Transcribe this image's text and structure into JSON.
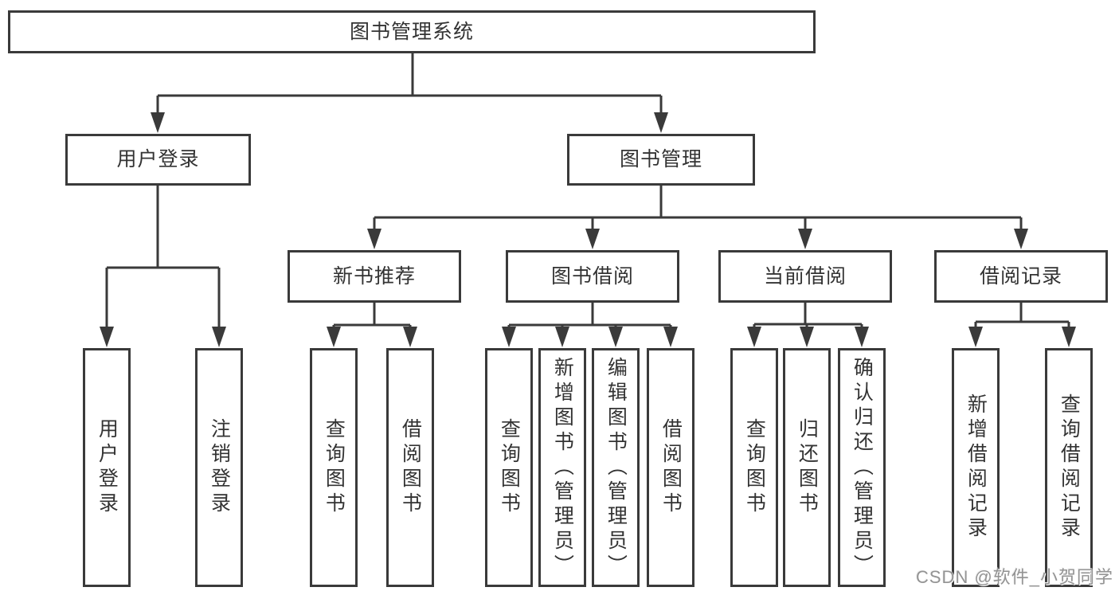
{
  "diagram": {
    "title": "图书管理系统",
    "line_color": "#3a3a3a",
    "box_border_color": "#3a3a3a",
    "text_color": "#333333",
    "root": {
      "label": "图书管理系统"
    },
    "level2": [
      {
        "label": "用户登录",
        "children": [
          "用户登录",
          "注销登录"
        ]
      },
      {
        "label": "图书管理"
      }
    ],
    "modules": [
      {
        "label": "新书推荐",
        "children": [
          "查询图书",
          "借阅图书"
        ]
      },
      {
        "label": "图书借阅",
        "children": [
          "查询图书",
          "新增图书（管理员）",
          "编辑图书（管理员）",
          "借阅图书"
        ]
      },
      {
        "label": "当前借阅",
        "children": [
          "查询图书",
          "归还图书",
          "确认归还（管理员）"
        ]
      },
      {
        "label": "借阅记录",
        "children": [
          "新增借阅记录",
          "查询借阅记录"
        ]
      }
    ]
  },
  "watermark": {
    "text": "CSDN @软件_小贺同学",
    "color": "#939393"
  }
}
